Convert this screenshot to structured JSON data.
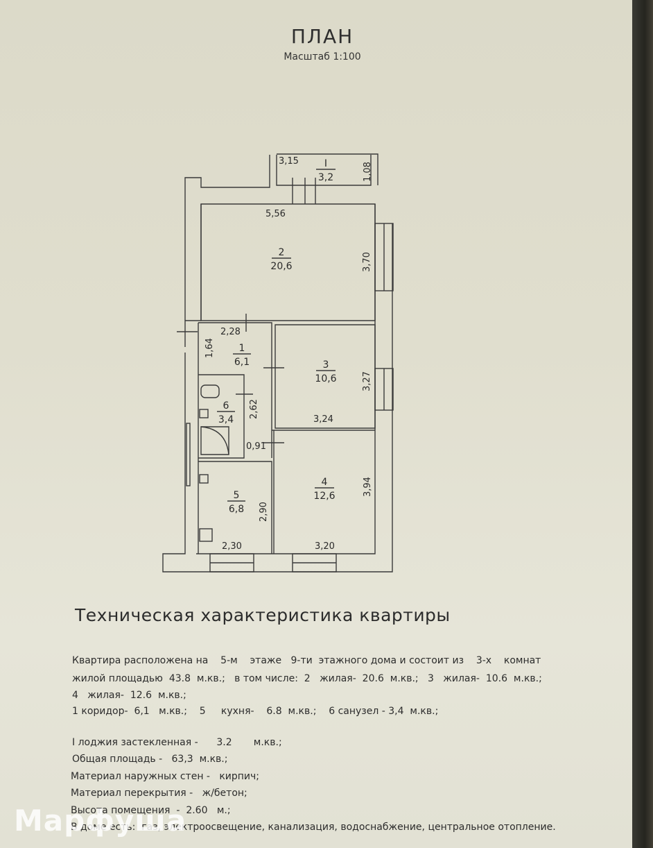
{
  "plan": {
    "title": "ПЛАН",
    "scale": "Масштаб 1:100",
    "rooms": [
      {
        "num": "I",
        "area": "3,2"
      },
      {
        "num": "2",
        "area": "20,6"
      },
      {
        "num": "1",
        "area": "6,1"
      },
      {
        "num": "3",
        "area": "10,6"
      },
      {
        "num": "6",
        "area": "3,4"
      },
      {
        "num": "4",
        "area": "12,6"
      },
      {
        "num": "5",
        "area": "6,8"
      }
    ],
    "dimensions": [
      "3,15",
      "1,08",
      "5,56",
      "3,70",
      "2,28",
      "1,64",
      "3,27",
      "2,62",
      "3,24",
      "0,91",
      "3,94",
      "2,90",
      "2,30",
      "3,20"
    ]
  },
  "specs": {
    "heading": "Техническая характеристика квартиры",
    "lines": [
      "Квартира расположена на    5-м    этаже   9-ти  этажного дома и состоит из    3-х    комнат",
      "жилой площадью  43.8  м.кв.;   в том числе:  2   жилая-  20.6  м.кв.;   3   жилая-  10.6  м.кв.;",
      "4   жилая-  12.6  м.кв.;",
      "1 коридор-  6,1   м.кв.;    5     кухня-    6.8  м.кв.;    6 санузел - 3,4  м.кв.;",
      "I лоджия застекленная -      3.2       м.кв.;",
      "Общая площадь -   63,3  м.кв.;",
      "Материал наружных стен -   кирпич;",
      "Материал перекрытия -   ж/бетон;",
      "Высота помещения  -  2.60   м.;",
      "В доме есть:  газ, электроосвещение, канализация, водоснабжение, центральное отопление."
    ]
  },
  "watermark": "Марфуша"
}
